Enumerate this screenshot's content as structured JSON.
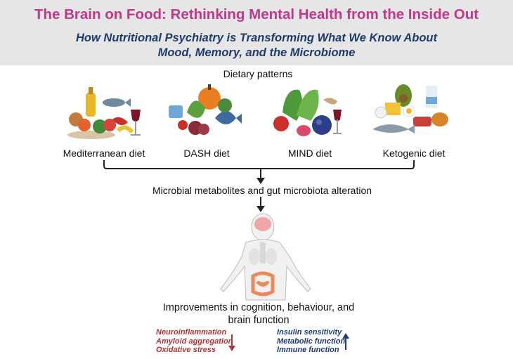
{
  "header": {
    "title": "The Brain on Food: Rethinking Mental Health from the Inside Out",
    "subtitle_line1": "How Nutritional Psychiatry is Transforming What We Know About",
    "subtitle_line2": "Mood, Memory, and the Microbiome"
  },
  "dietary_patterns_label": "Dietary patterns",
  "diets": [
    {
      "label": "Mediterranean diet"
    },
    {
      "label": "DASH diet"
    },
    {
      "label": "MIND diet"
    },
    {
      "label": "Ketogenic diet"
    }
  ],
  "metabolites_label": "Microbial metabolites and gut microbiota alteration",
  "outcome": {
    "line1": "Improvements in cognition, behaviour, and",
    "line2": "brain function"
  },
  "decreased": [
    "Neuroinflammation",
    "Amyloid aggregation",
    "Oxidative stress"
  ],
  "increased": [
    "Insulin sensitivity",
    "Metabolic function",
    "Immune function"
  ],
  "colors": {
    "title": "#c2378a",
    "subtitle": "#1f3a6e",
    "header_bg": "#e6e6e6",
    "decrease": "#b53334",
    "increase": "#1f3a7a"
  }
}
